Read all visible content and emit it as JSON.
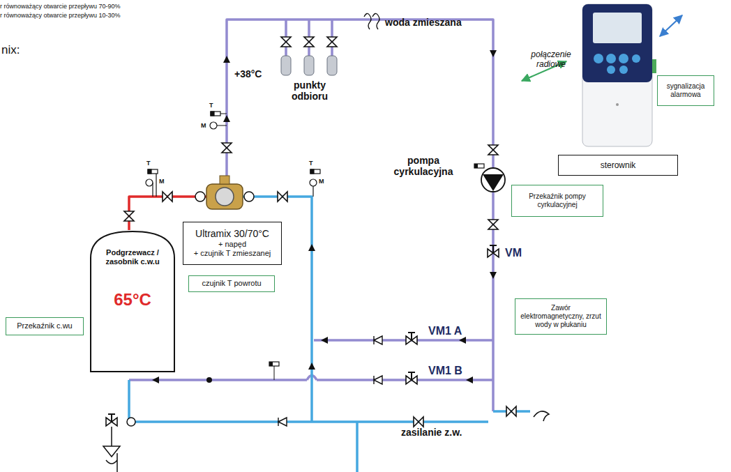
{
  "diagram": {
    "nodes": [
      {
        "text": [
          "Ultramix 30/70°C",
          "+ napęd",
          "+ czujnik T zmieszanej"
        ]
      },
      {
        "text": [
          "Podgrzewacz / zasobnik c.w.u",
          "65°C"
        ]
      },
      {
        "text": [
          "czujnik T powrotu"
        ]
      },
      {
        "text": [
          "Przekaźnik c.wu"
        ]
      },
      {
        "text": [
          "Przekaźnik pompy cyrkulacyjnej"
        ]
      },
      {
        "text": [
          "Zawór elektromagnetyczny, zrzut wody w płukaniu"
        ]
      },
      {
        "text": [
          "sygnalizacja alarmowa"
        ]
      },
      {
        "text": [
          "sterownik"
        ]
      }
    ],
    "labels": [
      "r równoważący otwarcie przepływu 70-90%",
      "r równoważący otwarcie przepływu 10-30%",
      "nix:",
      "woda zmieszana",
      "punkty odbioru",
      "połączenie radiowe",
      "+38°C",
      "T",
      "M",
      "T",
      "M",
      "T",
      "M",
      "pompa cyrkulacyjna",
      "VM",
      "VM1 A",
      "VM1 B",
      "zasilanie z.w."
    ]
  }
}
